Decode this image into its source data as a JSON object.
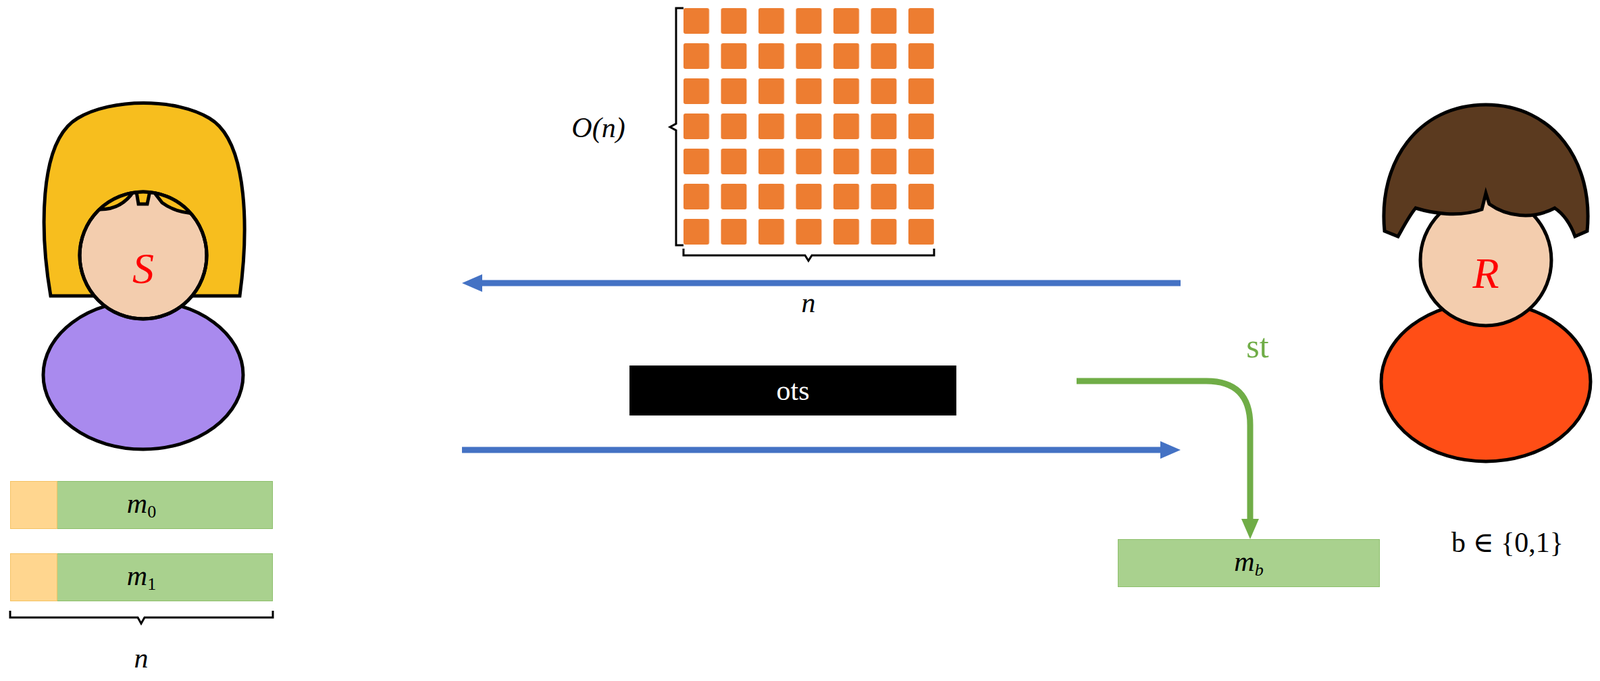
{
  "diagram": {
    "nodes": [
      {
        "text": [
          "S"
        ]
      },
      {
        "text": [
          "R"
        ]
      },
      {
        "text": [
          "ots"
        ]
      },
      {
        "text": [
          "m0"
        ]
      },
      {
        "text": [
          "m1"
        ]
      },
      {
        "text": [
          "mb"
        ]
      }
    ],
    "edges": [
      {
        "from": 1,
        "to": 0,
        "arrow": "to"
      },
      {
        "from": 0,
        "to": 1,
        "arrow": "to"
      }
    ],
    "labels": [
      "O(n)",
      "n",
      "st",
      "b ∈ {0,1}",
      "n"
    ]
  }
}
